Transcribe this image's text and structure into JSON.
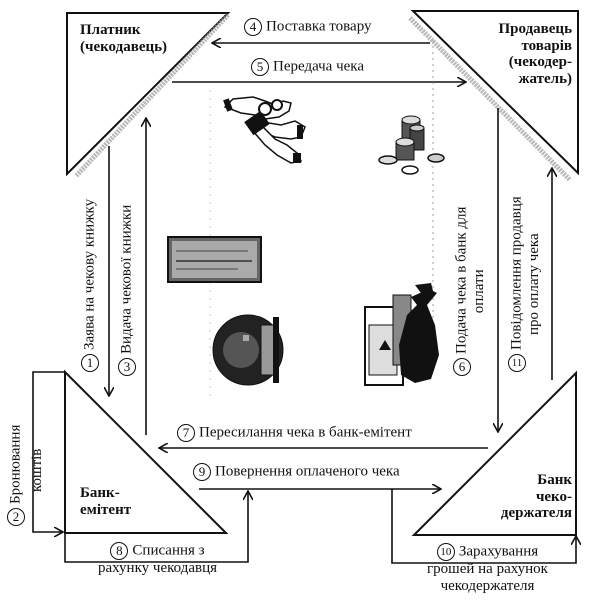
{
  "nodes": {
    "payer": {
      "line1": "Платник",
      "line2": "(чекодавець)"
    },
    "seller": {
      "line1": "Продавець",
      "line2": "товарів",
      "line3": "(чекодер-",
      "line4": "жатель)"
    },
    "issuer_bank": {
      "line1": "Банк-",
      "line2": "емітент"
    },
    "holder_bank": {
      "line1": "Банк",
      "line2": "чеко-",
      "line3": "держателя"
    }
  },
  "steps": [
    {
      "num": "1",
      "label": "Заява на чекову книжку"
    },
    {
      "num": "2",
      "label_line1": "Бронювання",
      "label_line2": "коштів"
    },
    {
      "num": "3",
      "label": "Видача чекової книжки"
    },
    {
      "num": "4",
      "label": "Поставка товару"
    },
    {
      "num": "5",
      "label": "Передача чека"
    },
    {
      "num": "6",
      "label_line1": "Подача чека в банк для",
      "label_line2": "оплати"
    },
    {
      "num": "7",
      "label": "Пересилання чека в банк-емітент"
    },
    {
      "num": "8",
      "label_line1": "Списання з",
      "label_line2": "рахунку чекодавця"
    },
    {
      "num": "9",
      "label": "Повернення оплаченого чека"
    },
    {
      "num": "10",
      "label_line1": "Зарахування",
      "label_line2": "грошей на рахунок",
      "label_line3": "чекодержателя"
    },
    {
      "num": "11",
      "label_line1": "Повідомлення продавця",
      "label_line2": "про оплату чека"
    }
  ],
  "illustrations": [
    "handshake-exchange-icon",
    "coin-stack-icon",
    "bank-check-icon",
    "vault-door-icon",
    "safe-money-bag-icon"
  ]
}
